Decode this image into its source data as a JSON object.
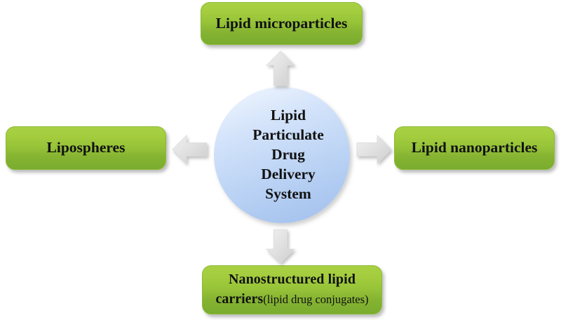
{
  "diagram": {
    "title": "Lipid Particulate Drug Delivery System classification diagram",
    "background_color": "#ffffff",
    "center": {
      "shape": "circle",
      "fill_top_color": "#f2f7fe",
      "fill_bottom_color": "#a2c1ee",
      "lines": [
        "Lipid",
        "Particulate",
        "Drug",
        "Delivery",
        "System"
      ],
      "full_text": "Lipid Particulate Drug Delivery System"
    },
    "box_fill_top_color": "#a9d044",
    "box_fill_bottom_color": "#7aac2e",
    "box_border_color": "#8cbb38",
    "arrow_color": "#e0e0e0",
    "nodes": {
      "top": {
        "label": "Lipid microparticles",
        "position": "top"
      },
      "left": {
        "label": "Lipospheres",
        "position": "left"
      },
      "right": {
        "label": "Lipid nanoparticles",
        "position": "right"
      },
      "bottom": {
        "label_line1": "Nanostructured lipid",
        "label_line2_bold": "carriers",
        "label_line2_paren": "(lipid drug conjugates)",
        "position": "bottom"
      }
    },
    "arrows": [
      {
        "name": "arrow-up",
        "direction": "up",
        "from": "center",
        "to": "Lipid microparticles"
      },
      {
        "name": "arrow-down",
        "direction": "down",
        "from": "center",
        "to": "Nanostructured lipid carriers (lipid drug conjugates)"
      },
      {
        "name": "arrow-left",
        "direction": "left",
        "from": "center",
        "to": "Lipospheres"
      },
      {
        "name": "arrow-right",
        "direction": "right",
        "from": "center",
        "to": "Lipid nanoparticles"
      }
    ]
  }
}
